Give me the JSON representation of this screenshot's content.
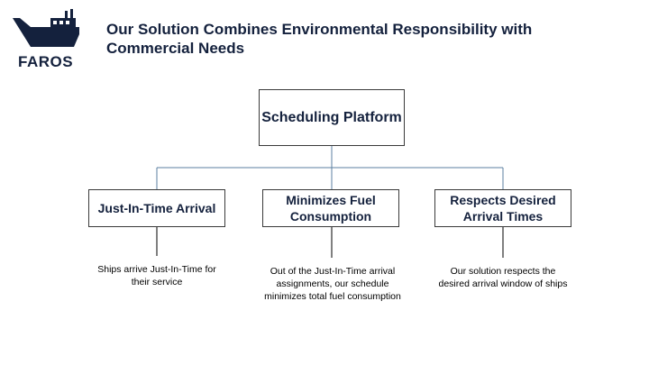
{
  "logo": {
    "text": "FAROS",
    "icon": "ship-icon",
    "color": "#14213d"
  },
  "title": "Our Solution Combines Environmental Responsibility with Commercial Needs",
  "diagram": {
    "root": {
      "label": "Scheduling Platform"
    },
    "children": [
      {
        "label": "Just-In-Time Arrival",
        "description": "Ships arrive Just-In-Time for their service"
      },
      {
        "label": "Minimizes Fuel Consumption",
        "description": "Out of the Just-In-Time arrival assignments, our schedule minimizes total fuel consumption"
      },
      {
        "label": "Respects Desired Arrival Times",
        "description": "Our solution respects the desired arrival window of ships"
      }
    ]
  },
  "colors": {
    "text": "#14213d",
    "connector": "#5b7fa0",
    "box_border": "#3a3a3a"
  }
}
